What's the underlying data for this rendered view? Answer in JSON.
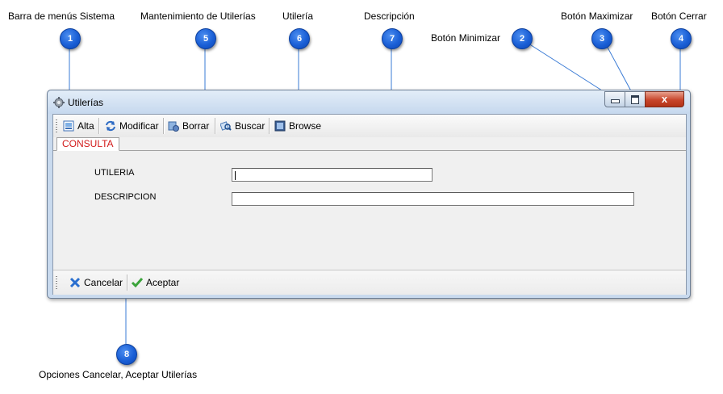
{
  "callouts": [
    {
      "number": "1",
      "label": "Barra de menús Sistema"
    },
    {
      "number": "2",
      "label": "Botón Minimizar"
    },
    {
      "number": "3",
      "label": "Botón Maximizar"
    },
    {
      "number": "4",
      "label": "Botón Cerrar"
    },
    {
      "number": "5",
      "label": "Mantenimiento de Utilerías"
    },
    {
      "number": "6",
      "label": "Utilería"
    },
    {
      "number": "7",
      "label": "Descripción"
    },
    {
      "number": "8",
      "label": "Opciones Cancelar, Aceptar Utilerías"
    }
  ],
  "window": {
    "title": "Utilerías",
    "close_glyph": "x",
    "title_icon": "gear-icon"
  },
  "toolbar": {
    "items": [
      {
        "label": "Alta",
        "icon": "new-record-icon"
      },
      {
        "label": "Modificar",
        "icon": "refresh-icon"
      },
      {
        "label": "Borrar",
        "icon": "delete-icon"
      },
      {
        "label": "Buscar",
        "icon": "search-icon"
      },
      {
        "label": "Browse",
        "icon": "browse-icon"
      }
    ]
  },
  "tab": {
    "label": "CONSULTA",
    "color": "#d21a1a"
  },
  "form": {
    "utileria_label": "UTILERIA",
    "utileria_value": "",
    "descripcion_label": "DESCRIPCION",
    "descripcion_value": ""
  },
  "actions": {
    "cancel_label": "Cancelar",
    "accept_label": "Aceptar"
  },
  "colors": {
    "badge": "#1a5fd6",
    "leader": "#3a7bd5"
  }
}
